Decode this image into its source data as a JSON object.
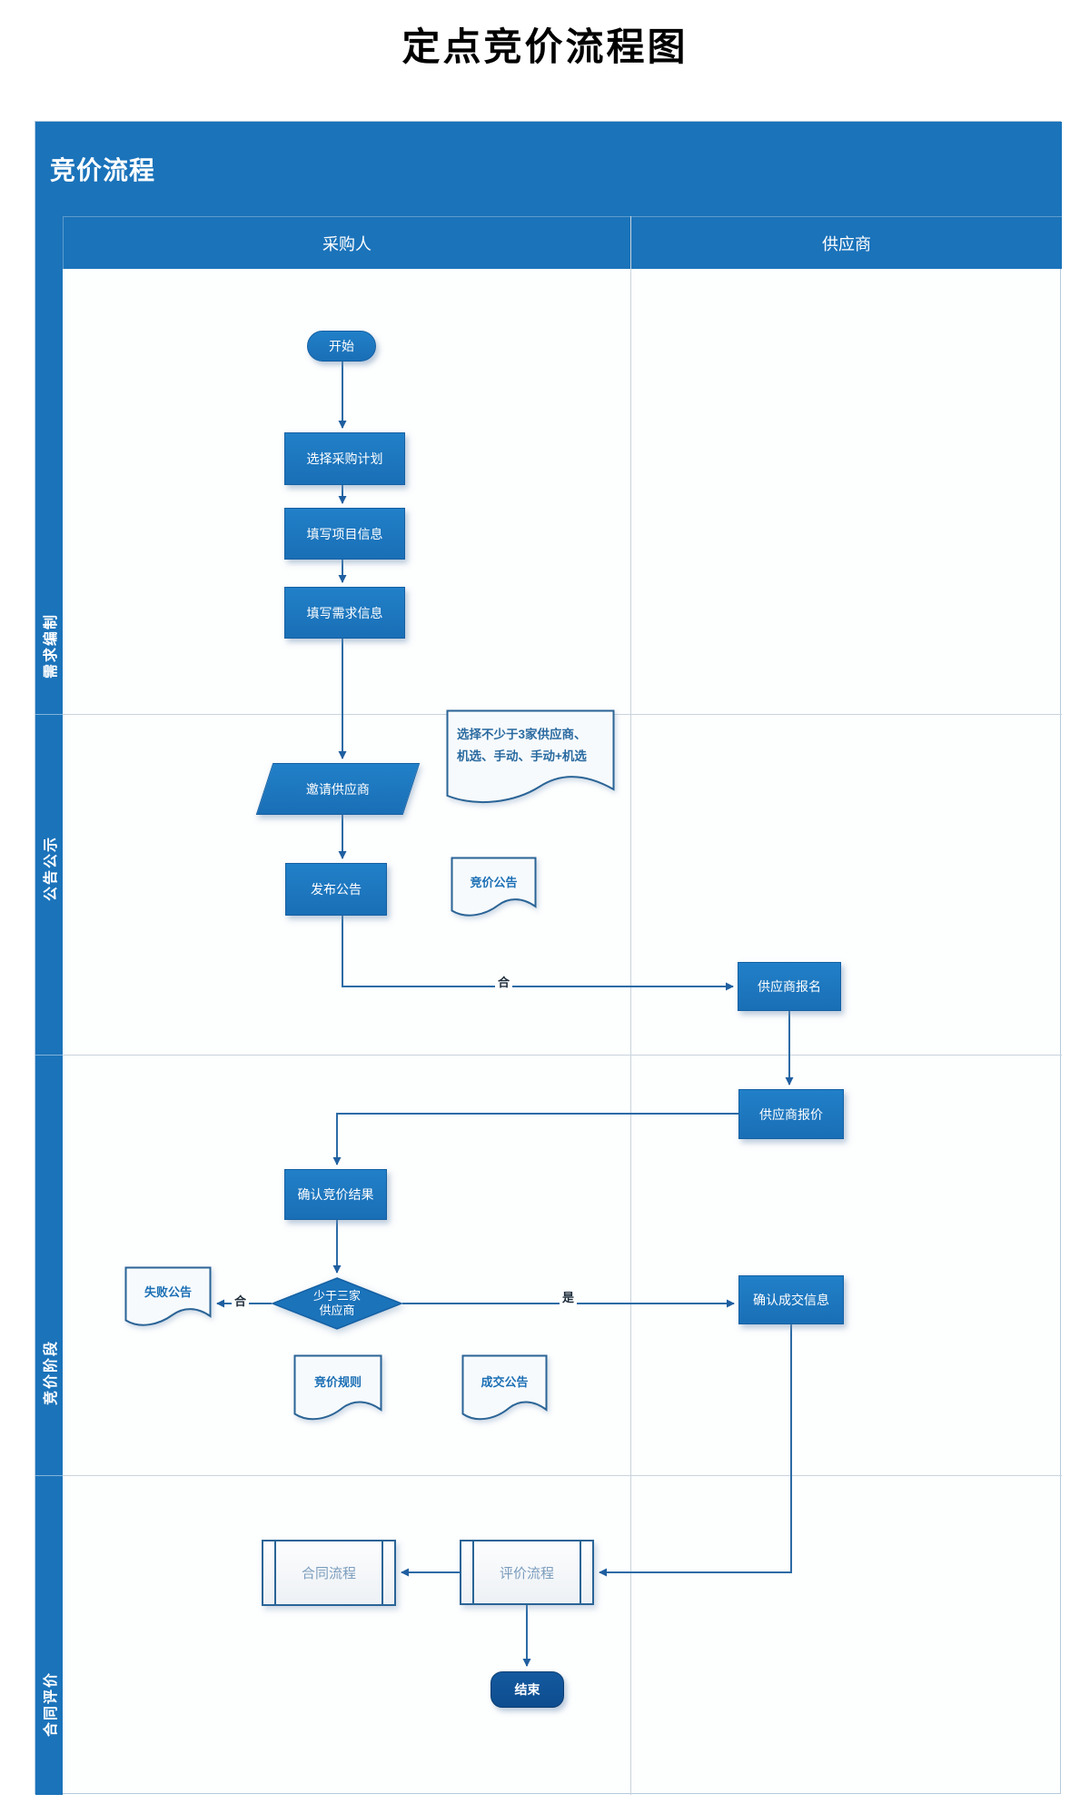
{
  "title": "定点竞价流程图",
  "pool": {
    "title": "竞价流程",
    "columns": [
      "采购人",
      "供应商"
    ],
    "lanes": [
      "需求编制",
      "公告公示",
      "竞价阶段",
      "合同评价"
    ]
  },
  "nodes": {
    "start": "开始",
    "select_plan": "选择采购计划",
    "fill_project": "填写项目信息",
    "fill_requirement": "填写需求信息",
    "invite_suppliers": "邀请供应商",
    "note_line1": "选择不少于3家供应商、",
    "note_line2": "机选、手动、手动+机选",
    "publish_announcement": "发布公告",
    "bid_announcement_doc": "竞价公告",
    "supplier_signup": "供应商报名",
    "supplier_quote": "供应商报价",
    "confirm_bid_result": "确认竞价结果",
    "decision_line1": "少于三家",
    "decision_line2": "供应商",
    "fail_announcement_doc": "失败公告",
    "confirm_deal_info": "确认成交信息",
    "bid_rules_doc": "竞价规则",
    "deal_announcement_doc": "成交公告",
    "contract_process": "合同流程",
    "evaluation_process": "评价流程",
    "end": "结束"
  },
  "edge_labels": {
    "signup": "合",
    "fail": "合",
    "yes": "是"
  },
  "colors": {
    "primary_blue": "#1b73ba",
    "end_blue": "#0d4d8f",
    "line_blue": "#2c6ba6",
    "doc_border": "#2a6496",
    "grid_line": "#c9d4dd"
  }
}
